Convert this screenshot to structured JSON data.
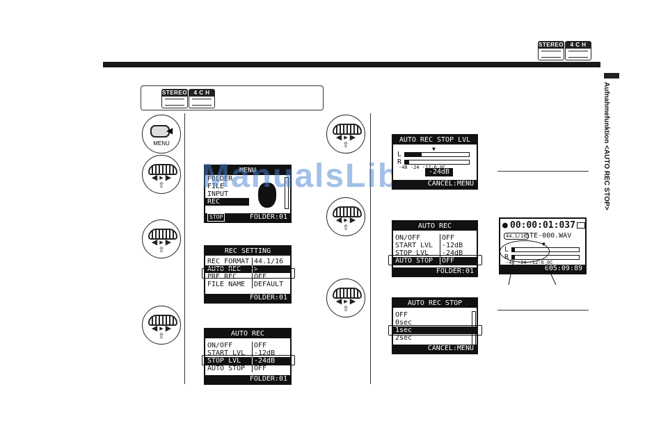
{
  "header": {
    "badge_stereo": "STEREO",
    "badge_4ch": "4 C H",
    "side_title": "Aufnahmefunktion <AUTO REC STOP>"
  },
  "menubtn": {
    "label": "MENU"
  },
  "watermark": "ManualsLib.de",
  "screen_menu": {
    "title": "MENU",
    "items": [
      "FOLDER",
      "FILE",
      "INPUT",
      "REC"
    ],
    "selected": "REC",
    "footer_left": "STOP",
    "footer_right": "FOLDER:01"
  },
  "screen_rec_setting": {
    "title": "REC SETTING",
    "rows": [
      {
        "k": "REC FORMAT",
        "v": "44.1/16"
      },
      {
        "k": "AUTO REC",
        "v": ">"
      },
      {
        "k": "PRE REC",
        "v": "OFF"
      },
      {
        "k": "FILE NAME",
        "v": "DEFAULT"
      }
    ],
    "footer": "FOLDER:01"
  },
  "screen_auto_rec_1": {
    "title": "AUTO REC",
    "rows": [
      {
        "k": "ON/OFF",
        "v": "OFF"
      },
      {
        "k": "START LVL",
        "v": "-12dB"
      },
      {
        "k": "STOP LVL",
        "v": "-24dB"
      },
      {
        "k": "AUTO STOP",
        "v": "OFF"
      }
    ],
    "footer": "FOLDER:01"
  },
  "screen_stop_lvl": {
    "title": "AUTO REC STOP LVL",
    "ch_l": "L",
    "ch_r": "R",
    "scale": "-48 -24 -12-6 0C",
    "value": "-24dB",
    "footer": "CANCEL:MENU"
  },
  "screen_auto_rec_2": {
    "title": "AUTO REC",
    "rows": [
      {
        "k": "ON/OFF",
        "v": "OFF"
      },
      {
        "k": "START LVL",
        "v": "-12dB"
      },
      {
        "k": "STOP LVL",
        "v": "-24dB"
      },
      {
        "k": "AUTO STOP",
        "v": "OFF"
      }
    ],
    "footer": "FOLDER:01"
  },
  "screen_auto_rec_stop": {
    "title": "AUTO REC STOP",
    "items": [
      "OFF",
      "0sec",
      "1sec",
      "2sec"
    ],
    "selected": "1sec",
    "footer": "CANCEL:MENU"
  },
  "screen_record": {
    "time": "00:00:01:037",
    "format": "44.1/16",
    "file": "STE-000.WAV",
    "ch_l": "L",
    "ch_r": "R",
    "scale": "-48 -24 -12-6 0C",
    "remain": "005:09:89"
  }
}
